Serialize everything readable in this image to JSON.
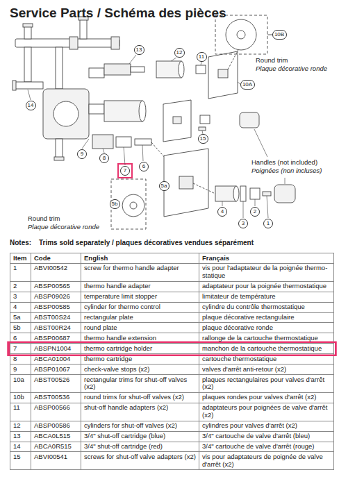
{
  "diagram": {
    "title": "Service Parts / Schéma des pièces",
    "nodes": [
      {
        "text": [
          "10B"
        ]
      },
      {
        "text": [
          "13"
        ]
      },
      {
        "text": [
          "12"
        ]
      },
      {
        "text": [
          "11"
        ]
      },
      {
        "text": [
          "10A"
        ]
      },
      {
        "text": [
          "14"
        ]
      },
      {
        "text": [
          "15"
        ]
      },
      {
        "text": [
          "9"
        ]
      },
      {
        "text": [
          "8"
        ]
      },
      {
        "text": [
          "6"
        ]
      },
      {
        "text": [
          "7"
        ]
      },
      {
        "text": [
          "5a"
        ]
      },
      {
        "text": [
          "5b"
        ]
      },
      {
        "text": [
          "4"
        ]
      },
      {
        "text": [
          "2"
        ]
      },
      {
        "text": [
          "3"
        ]
      },
      {
        "text": [
          "1"
        ]
      }
    ],
    "labels": [
      "Round trim",
      "Plaque décorative ronde",
      "Round trim",
      "Plaque décorative ronde",
      "Handles (not included)",
      "Poignées (non incluses)",
      "Notes:",
      "Trims sold separately / plaques décoratives vendues séparément",
      "Item",
      "Code",
      "English",
      "Français",
      "1",
      "ABVI00542",
      "screw for thermo handle adapter",
      "vis pour l'adaptateur de la poignée thermo-statique",
      "2",
      "ABSP00565",
      "thermo handle adapter",
      "adaptateur pour la poignée thermostatique",
      "3",
      "ABSP09026",
      "temperature limit stopper",
      "limitateur de température",
      "4",
      "ABSP00585",
      "cylinder for thermo control",
      "cylindre du contrôle thermostatique",
      "5a",
      "ABST00S24",
      "rectangular plate",
      "plaque décorative rectangulaire",
      "5b",
      "ABST00R24",
      "round plate",
      "plaque décorative ronde",
      "6",
      "ABSP00687",
      "thermo handle extension",
      "rallonge de la cartouche thermostatique",
      "7",
      "ABSPN1004",
      "thermo cartridge holder",
      "manchon de la cartouche thermostatique",
      "8",
      "ABCA01004",
      "thermo cartridge",
      "cartouche thermostatique",
      "9",
      "ABSP01067",
      "check-valve stops (x2)",
      "valves d'arrêt anti-retour (x2)",
      "10a",
      "ABST00526",
      "rectangular trims for shut-off valves (x2)",
      "plaques rectangulaires pour valves d'arrêt (x2)",
      "10b",
      "ABST00536",
      "round trims for shut-off valves (x2)",
      "plaques rondes pour valves d'arrêt (x2)",
      "11",
      "ABSP00566",
      "shut-off handle adapters (x2)",
      "adaptateurs pour poignées de valve d'arrêt (x2)",
      "12",
      "ABSP00586",
      "cylinders for shut-off valves (x2)",
      "cylindres pour valves d'arrêt (x2)",
      "13",
      "ABCA0L515",
      "3/4\" shut-off cartridge (blue)",
      "3/4\" cartouche de valve d'arrêt (bleu)",
      "14",
      "ABCA0R515",
      "3/4\" shut-off cartridge (red)",
      "3/4\" cartouche de valve d'arrêt (rouge)",
      "15",
      "ABVI00541",
      "screws for shut-off valve adapters (x2)",
      "vis pour adaptateurs de poignée de valve d'arrêt (x2)"
    ]
  }
}
